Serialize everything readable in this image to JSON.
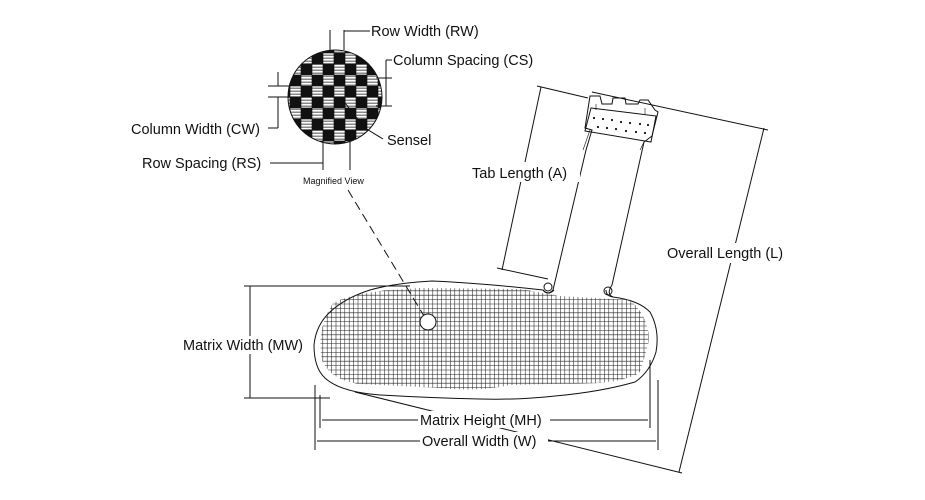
{
  "labels": {
    "row_width": "Row Width (RW)",
    "column_spacing": "Column Spacing (CS)",
    "column_width": "Column Width (CW)",
    "sensel": "Sensel",
    "row_spacing": "Row Spacing (RS)",
    "magnified_view": "Magnified View",
    "tab_length": "Tab Length (A)",
    "overall_length": "Overall Length (L)",
    "matrix_width": "Matrix Width (MW)",
    "matrix_height": "Matrix Height (MH)",
    "overall_width": "Overall Width (W)"
  }
}
